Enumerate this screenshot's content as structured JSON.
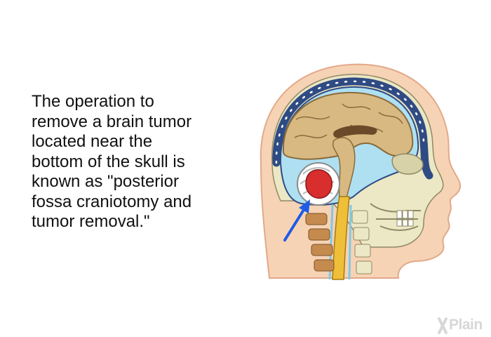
{
  "caption": {
    "lines": [
      "The operation to",
      "remove a brain tumor",
      "located near the",
      "bottom of the skull is",
      "known as \"posterior",
      "fossa craniotomy and",
      "tumor removal.\""
    ]
  },
  "logo": {
    "text": "Plain",
    "mark": "X"
  },
  "colors": {
    "skin": "#f6d3b4",
    "skin_outline": "#e2a98a",
    "skull_blue": "#2f4b84",
    "csf": "#aee0f2",
    "brain": "#d9b982",
    "spinal_cord": "#f0bf3a",
    "tumor": "#d92e2e",
    "arrow": "#1e5be6",
    "bone": "#ece7c4",
    "vertebra": "#c58a4e"
  },
  "icons": {
    "arrow": "arrow-icon",
    "logo": "xplain-logo-icon"
  }
}
